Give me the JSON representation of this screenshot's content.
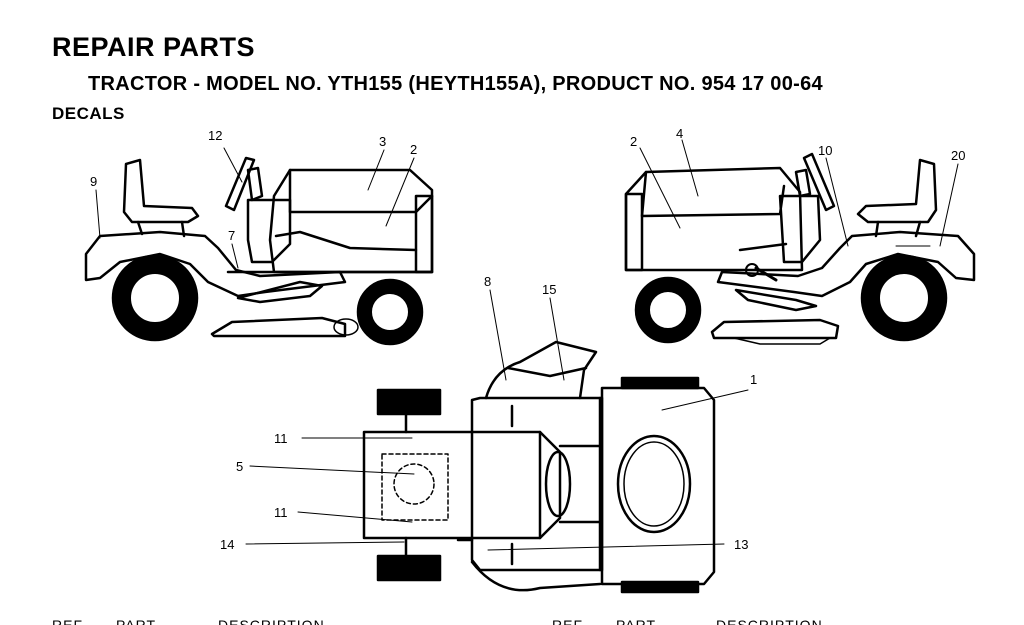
{
  "header": {
    "title": "REPAIR PARTS",
    "subtitle": "TRACTOR - MODEL NO. YTH155 (HEYTH155A), PRODUCT NO. 954 17 00-64",
    "section": "DECALS"
  },
  "callouts": {
    "c1": "1",
    "c2a": "2",
    "c2b": "2",
    "c3": "3",
    "c4": "4",
    "c5": "5",
    "c7": "7",
    "c8": "8",
    "c9": "9",
    "c10": "10",
    "c11a": "11",
    "c11b": "11",
    "c12": "12",
    "c13": "13",
    "c14": "14",
    "c15": "15",
    "c20": "20"
  },
  "table_header_cut": {
    "col1": "REF",
    "col2": "PART",
    "col3": "DESCRIPTION",
    "col4": "REF",
    "col5": "PART",
    "col6": "DESCRIPTION"
  }
}
